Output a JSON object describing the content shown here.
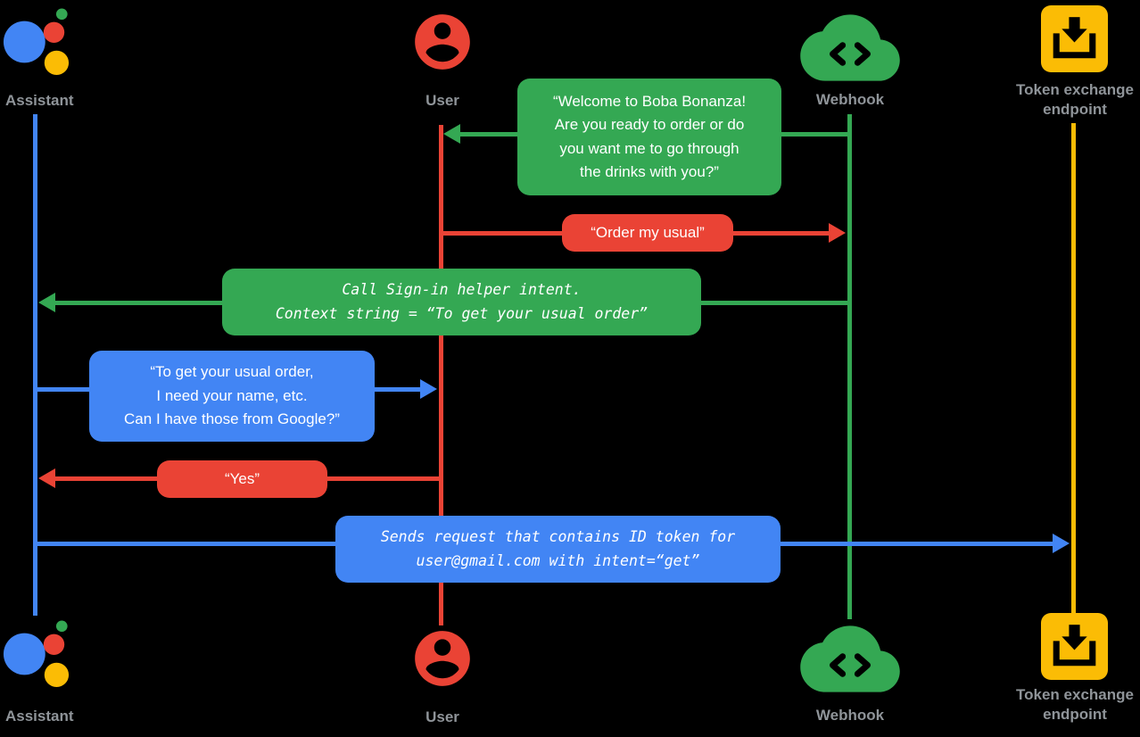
{
  "palette": {
    "blue": "#4285F4",
    "red": "#EA4335",
    "green": "#34A853",
    "yellow": "#FBBC05",
    "label_gray": "#8f9499",
    "background": "#000000"
  },
  "actors": {
    "assistant": {
      "label": "Assistant"
    },
    "user": {
      "label": "User"
    },
    "webhook": {
      "label": "Webhook"
    },
    "token_endpoint": {
      "label": "Token exchange\nendpoint"
    }
  },
  "messages": [
    {
      "id": "welcome",
      "from": "webhook",
      "to": "user",
      "color": "green",
      "text": "“Welcome to Boba Bonanza!\nAre you ready to order or do\nyou want me to go through\nthe drinks with you?”"
    },
    {
      "id": "order-my-usual",
      "from": "user",
      "to": "webhook",
      "color": "red",
      "text": "“Order my usual”"
    },
    {
      "id": "call-signin-helper",
      "from": "webhook",
      "to": "assistant",
      "color": "green",
      "text": "Call Sign-in helper intent.\nContext string = “To get your usual order”"
    },
    {
      "id": "need-your-name",
      "from": "assistant",
      "to": "user",
      "color": "blue",
      "text": "“To get your usual order,\nI need your name, etc.\nCan I have those from Google?”"
    },
    {
      "id": "yes",
      "from": "user",
      "to": "assistant",
      "color": "red",
      "text": "“Yes”"
    },
    {
      "id": "sends-request",
      "from": "assistant",
      "to": "token_endpoint",
      "color": "blue",
      "text": "Sends request that contains ID token for\nuser@gmail.com with intent=“get”"
    }
  ]
}
